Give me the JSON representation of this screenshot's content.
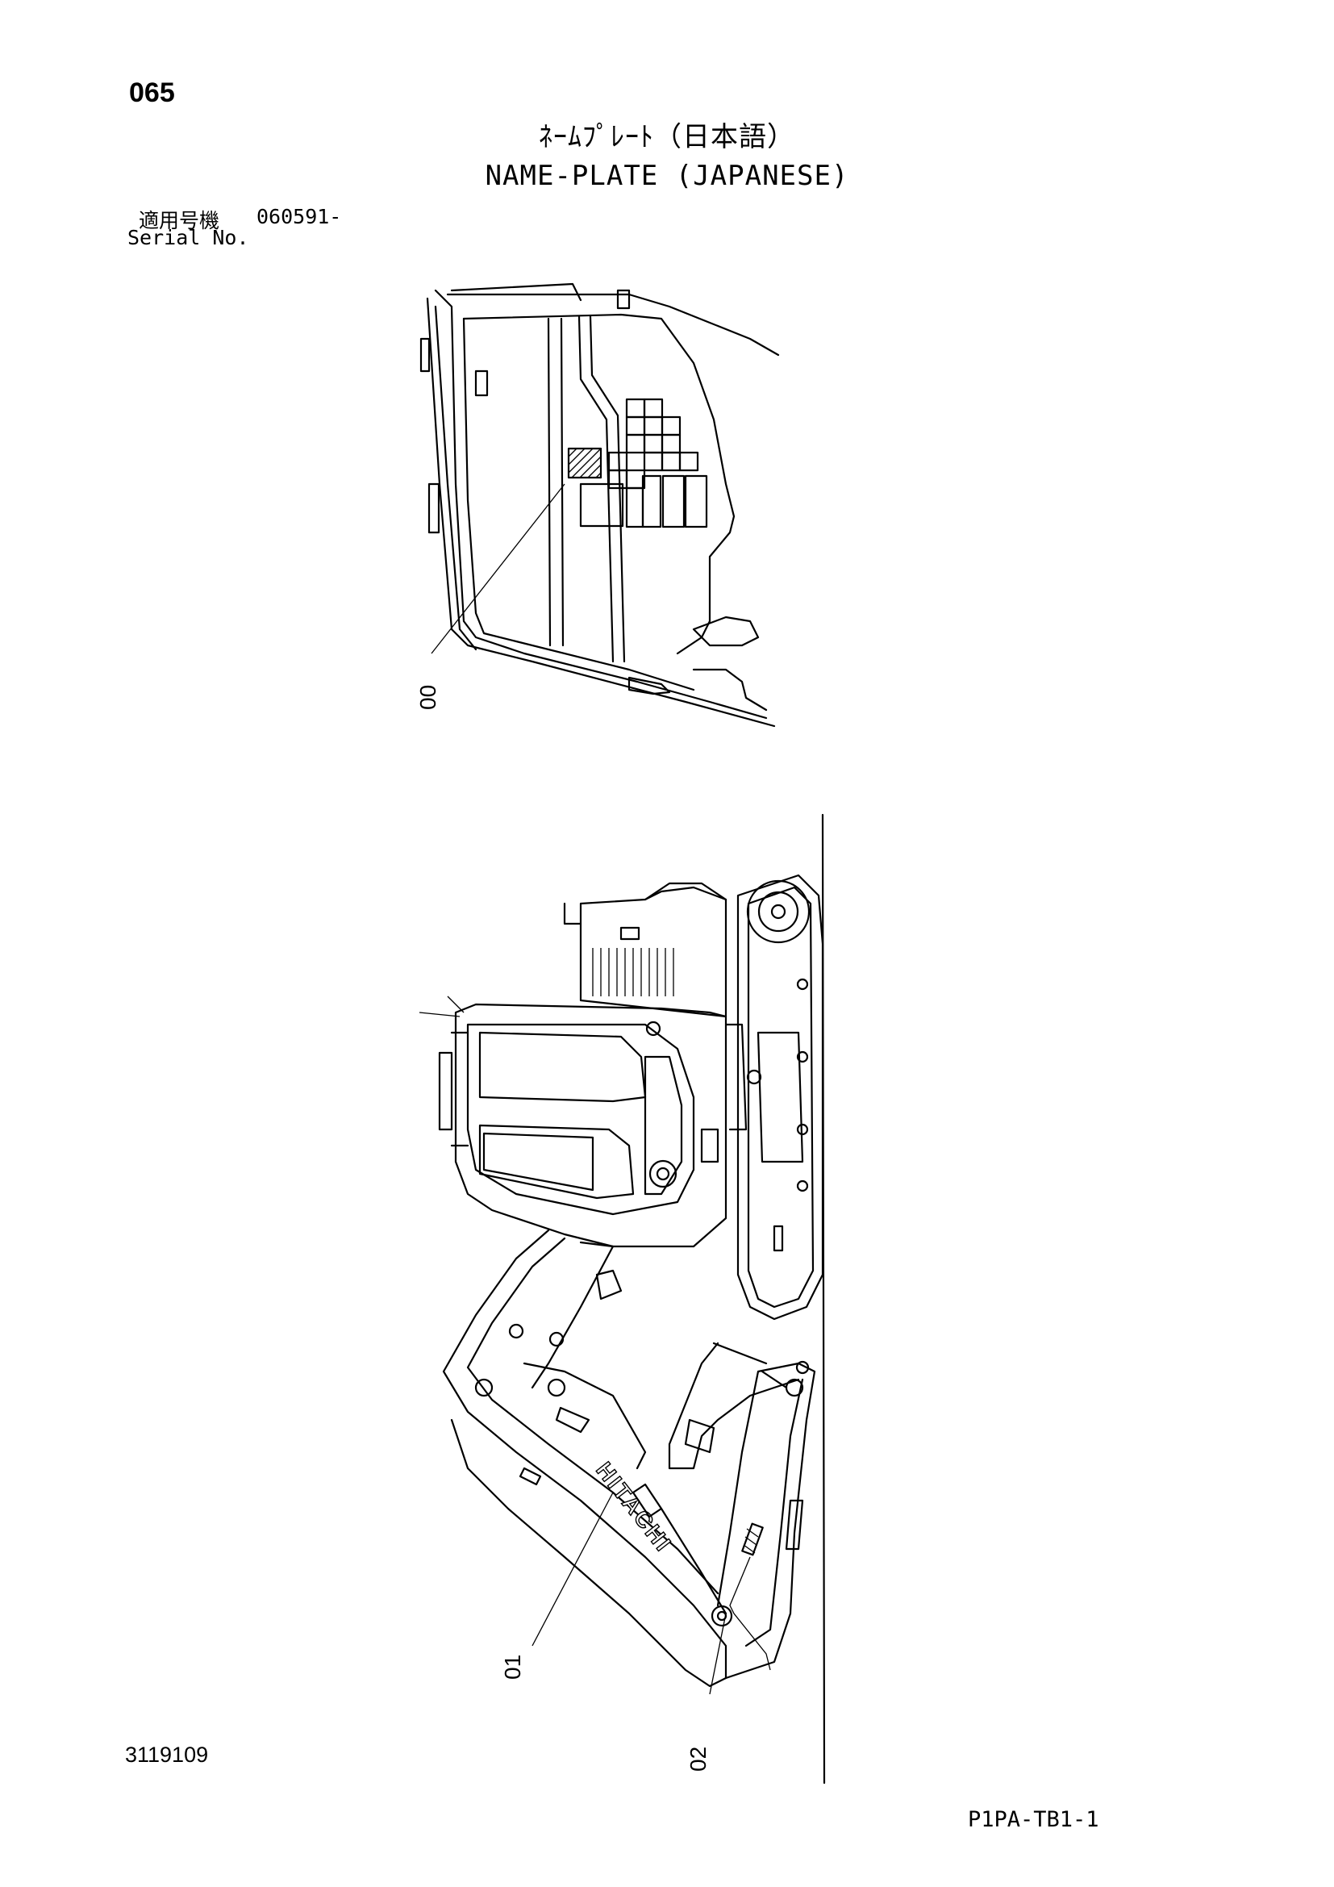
{
  "header": {
    "page_number": "065",
    "title_jp": "ﾈｰﾑﾌﾟﾚｰﾄ（日本語）",
    "title_en": "NAME-PLATE (JAPANESE)",
    "serial_label_jp": "適用号機",
    "serial_value": "060591-",
    "serial_label_en": "Serial No."
  },
  "diagram": {
    "callouts": [
      "00",
      "01",
      "02"
    ],
    "boom_logo": "HITACHI"
  },
  "footer": {
    "doc_number": "3119109",
    "page_code": "P1PA-TB1-1"
  }
}
